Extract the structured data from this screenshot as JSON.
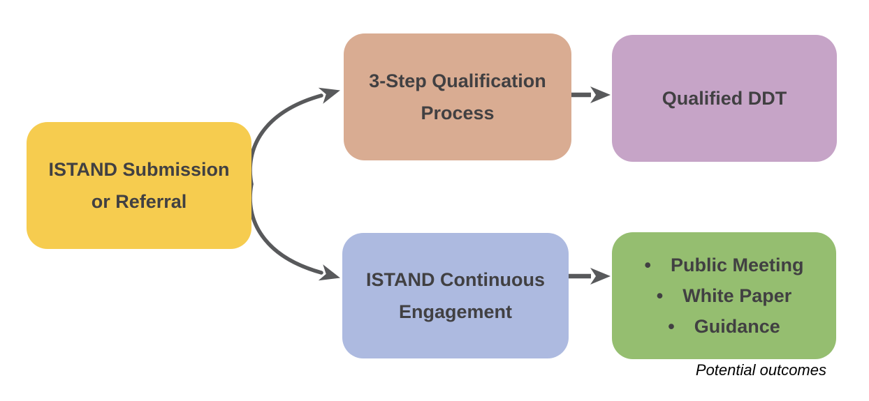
{
  "diagram": {
    "arrow_color": "#58595B",
    "text_color": "#414042",
    "caption": "Potential outcomes",
    "nodes": {
      "submission": {
        "lines": [
          "ISTAND Submission",
          "or Referral"
        ],
        "color": "#F6CC4F"
      },
      "qualification_process": {
        "lines": [
          "3-Step Qualification",
          "Process"
        ],
        "color": "#D9AC92"
      },
      "qualified_ddt": {
        "lines": [
          "Qualified DDT"
        ],
        "color": "#C6A4C7"
      },
      "continuous_engagement": {
        "lines": [
          "ISTAND Continuous",
          "Engagement"
        ],
        "color": "#ADBAE0"
      },
      "potential_outcomes": {
        "color": "#95BE70",
        "bullet_glyph": "•",
        "bullets": [
          "Public Meeting",
          "White Paper",
          "Guidance"
        ]
      }
    }
  }
}
